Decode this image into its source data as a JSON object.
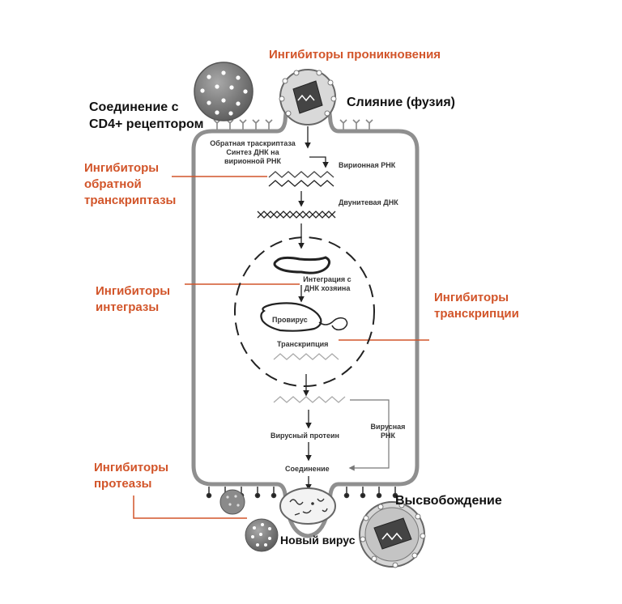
{
  "labels": {
    "entry_inhibitors": "Ингибиторы проникновения",
    "cd4_binding": "Соединение с\nCD4+ рецептором",
    "fusion": "Слияние (фузия)",
    "rt_inhibitors": "Ингибиторы\nобратной\nтранскриптазы",
    "integrase_inhibitors": "Ингибиторы\nинтегразы",
    "transcription_inhibitors": "Ингибиторы\nтранскрипции",
    "protease_inhibitors": "Ингибиторы\nпротеазы",
    "release": "Высвобождение",
    "new_virus": "Новый вирус",
    "reverse_transcriptase": "Обратная траскриптаза\nСинтез ДНК на\nвирионной РНК",
    "virion_rna": "Вирионная РНК",
    "ds_dna": "Двунитевая ДНК",
    "integration": "Интеграция с\nДНК хозяина",
    "provirus": "Провирус",
    "transcription": "Транскрипция",
    "viral_protein": "Вирусный протеин",
    "viral_rna": "Вирусная\nРНК",
    "assembly": "Соединение"
  },
  "colors": {
    "accent": "#d2552a",
    "membrane": "#8f8f8f",
    "text": "#111111"
  }
}
